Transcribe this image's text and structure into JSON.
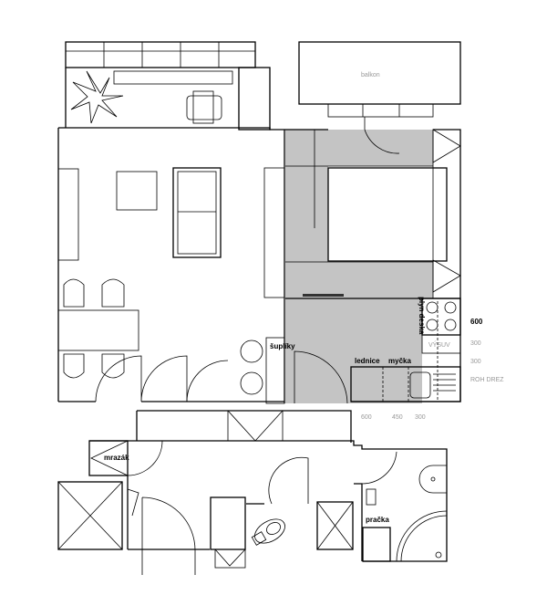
{
  "plan": {
    "labels": {
      "balcony": "balkon",
      "gas_hob": "plyn deska",
      "drawers": "šuplíky",
      "fridge": "lednice",
      "dishwasher": "myčka",
      "freezer": "mrazák",
      "washing_machine": "pračka",
      "pullout": "VÝSUV"
    },
    "dimensions": {
      "hob_width": "600",
      "right_1": "300",
      "right_2": "300",
      "corner_sink": "ROH DREZ",
      "bottom_1": "600",
      "bottom_2": "450",
      "bottom_3": "300"
    },
    "colors": {
      "floor_highlight": "#c4c4c4",
      "lines": "#000000",
      "dim_text": "#999999"
    }
  }
}
